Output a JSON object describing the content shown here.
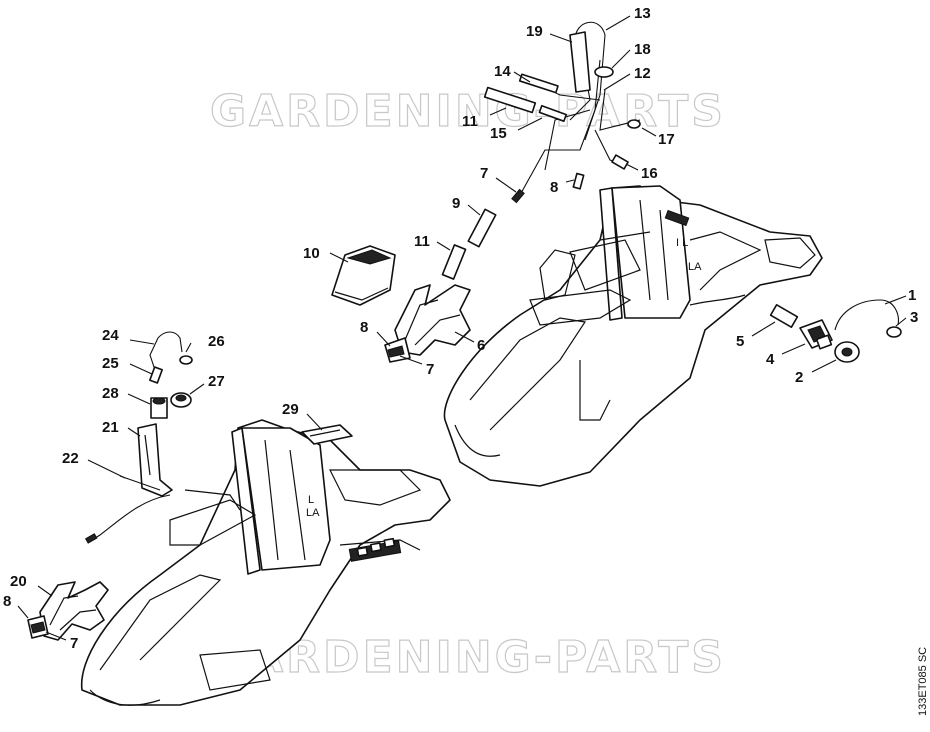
{
  "diagram": {
    "watermark_top": "GARDENING-PARTS",
    "watermark_bottom": "GARDENING-PARTS",
    "drawing_code": "133ET085 SC",
    "callouts": [
      {
        "id": "c1",
        "label": "1"
      },
      {
        "id": "c2",
        "label": "2"
      },
      {
        "id": "c3",
        "label": "3"
      },
      {
        "id": "c4",
        "label": "4"
      },
      {
        "id": "c5",
        "label": "5"
      },
      {
        "id": "c6",
        "label": "6"
      },
      {
        "id": "c7a",
        "label": "7"
      },
      {
        "id": "c7b",
        "label": "7"
      },
      {
        "id": "c7c",
        "label": "7"
      },
      {
        "id": "c8a",
        "label": "8"
      },
      {
        "id": "c8b",
        "label": "8"
      },
      {
        "id": "c8c",
        "label": "8"
      },
      {
        "id": "c9",
        "label": "9"
      },
      {
        "id": "c10",
        "label": "10"
      },
      {
        "id": "c11a",
        "label": "11"
      },
      {
        "id": "c11b",
        "label": "11"
      },
      {
        "id": "c12",
        "label": "12"
      },
      {
        "id": "c13",
        "label": "13"
      },
      {
        "id": "c14",
        "label": "14"
      },
      {
        "id": "c15",
        "label": "15"
      },
      {
        "id": "c16",
        "label": "16"
      },
      {
        "id": "c17",
        "label": "17"
      },
      {
        "id": "c18",
        "label": "18"
      },
      {
        "id": "c19",
        "label": "19"
      },
      {
        "id": "c20",
        "label": "20"
      },
      {
        "id": "c21",
        "label": "21"
      },
      {
        "id": "c22",
        "label": "22"
      },
      {
        "id": "c24",
        "label": "24"
      },
      {
        "id": "c25",
        "label": "25"
      },
      {
        "id": "c26",
        "label": "26"
      },
      {
        "id": "c27",
        "label": "27"
      },
      {
        "id": "c28",
        "label": "28"
      },
      {
        "id": "c29",
        "label": "29"
      }
    ]
  }
}
